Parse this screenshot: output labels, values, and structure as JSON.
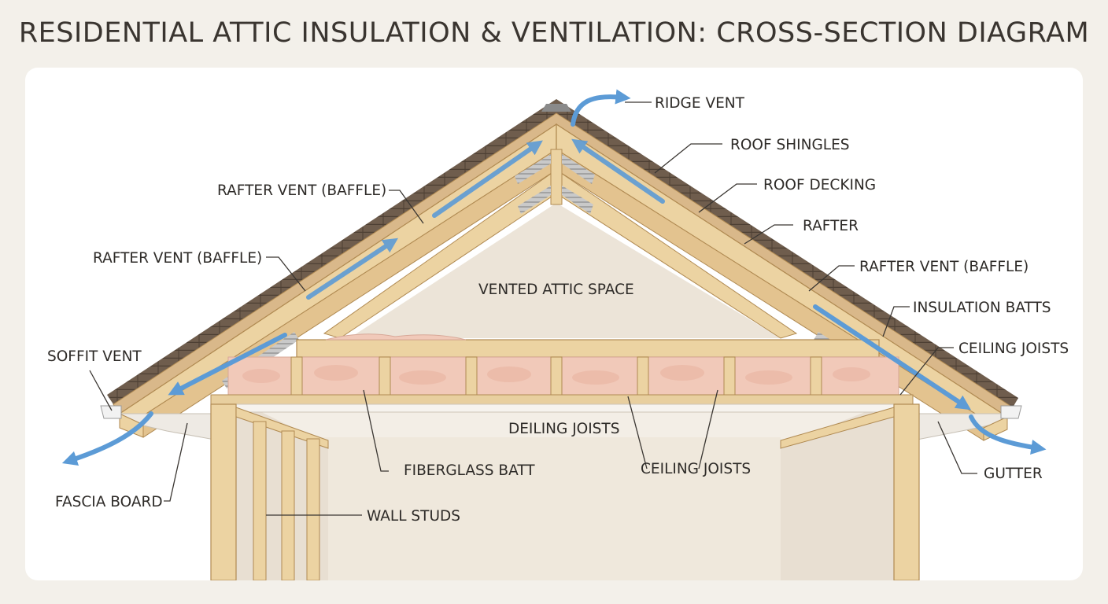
{
  "title": "RESIDENTIAL ATTIC INSULATION & VENTILATION: CROSS-SECTION DIAGRAM",
  "labels": {
    "ridge_vent": "RIDGE VENT",
    "roof_shingles": "ROOF SHINGLES",
    "roof_decking": "ROOF DECKING",
    "rafter": "RAFTER",
    "rafter_vent_right": "RAFTER VENT (BAFFLE)",
    "insulation_batts": "INSULATION BATTS",
    "ceiling_joists_right": "CEILING JOISTS",
    "gutter": "GUTTER",
    "rafter_vent_top_left": "RAFTER VENT (BAFFLE)",
    "rafter_vent_mid_left": "RAFTER VENT (BAFFLE)",
    "soffit_vent": "SOFFIT VENT",
    "fascia_board": "FASCIA BOARD",
    "vented_attic_space": "VENTED ATTIC SPACE",
    "deiling_joists": "DEILING JOISTS",
    "fiberglass_batt": "FIBERGLASS BATT",
    "ceiling_joists_bottom": "CEILING JOISTS",
    "wall_studs": "WALL STUDS"
  },
  "colors": {
    "background": "#f3f0ea",
    "panel": "#ffffff",
    "lumber": "#ecd3a2",
    "lumber_edge": "#b08a52",
    "shingles": "#6f5d4d",
    "insulation": "#f1c9b9",
    "attic_wall": "#ece4d8",
    "airflow_arrow": "#5c9bd6"
  }
}
